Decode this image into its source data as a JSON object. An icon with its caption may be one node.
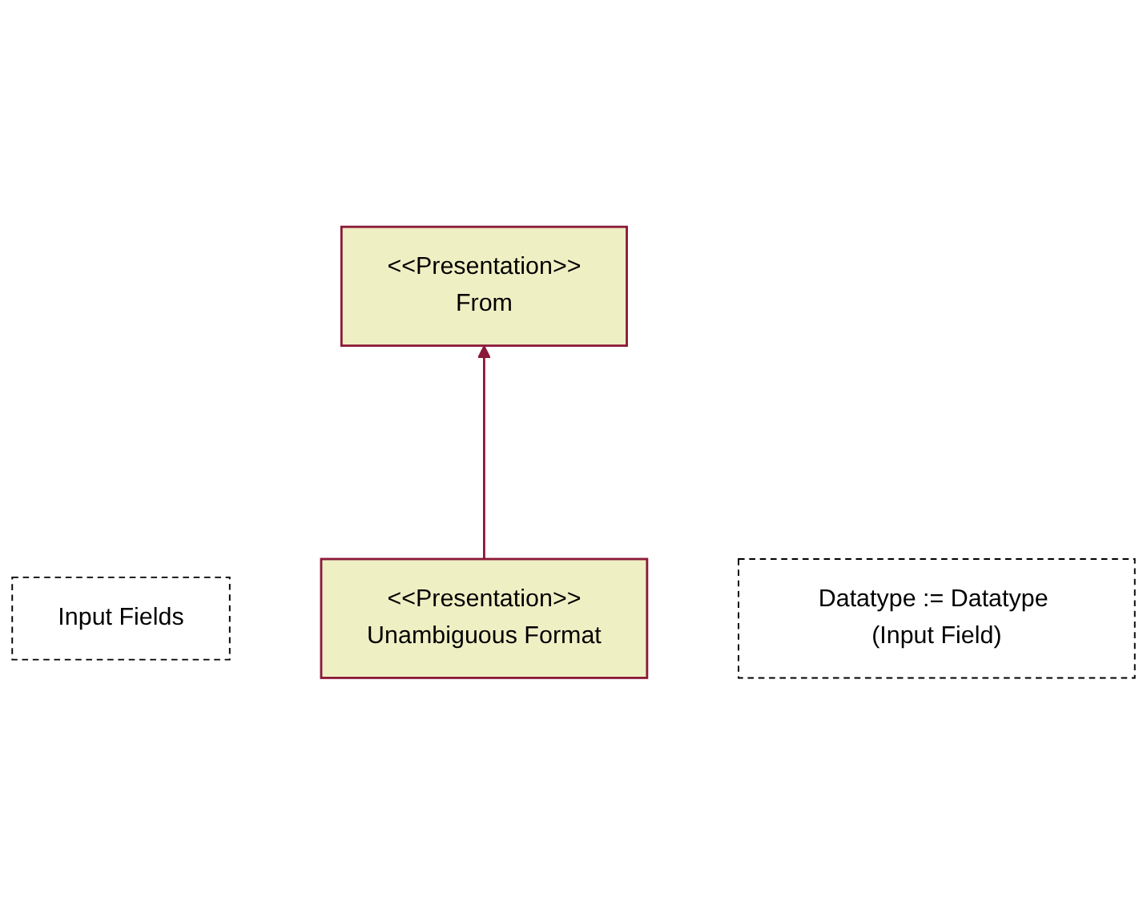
{
  "diagram": {
    "nodes": [
      {
        "text": [
          "<<Presentation>>",
          "From"
        ]
      },
      {
        "text": [
          "Input Fields"
        ]
      },
      {
        "text": [
          "<<Presentation>>",
          "Unambiguous Format"
        ]
      },
      {
        "text": [
          "Datatype := Datatype (Input Field)"
        ]
      }
    ],
    "edges": [
      {
        "from": 2,
        "to": 0,
        "arrow": "to"
      }
    ]
  }
}
